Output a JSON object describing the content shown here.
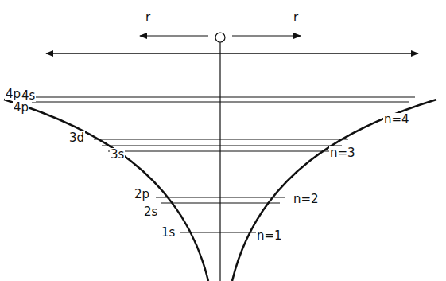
{
  "diagram": {
    "labels": [
      "r",
      "r",
      "4p",
      "4s",
      "4p",
      "3d",
      "3s",
      "2p",
      "2s",
      "1s",
      "n=4",
      "n=3",
      "n=2",
      "n=1"
    ]
  }
}
